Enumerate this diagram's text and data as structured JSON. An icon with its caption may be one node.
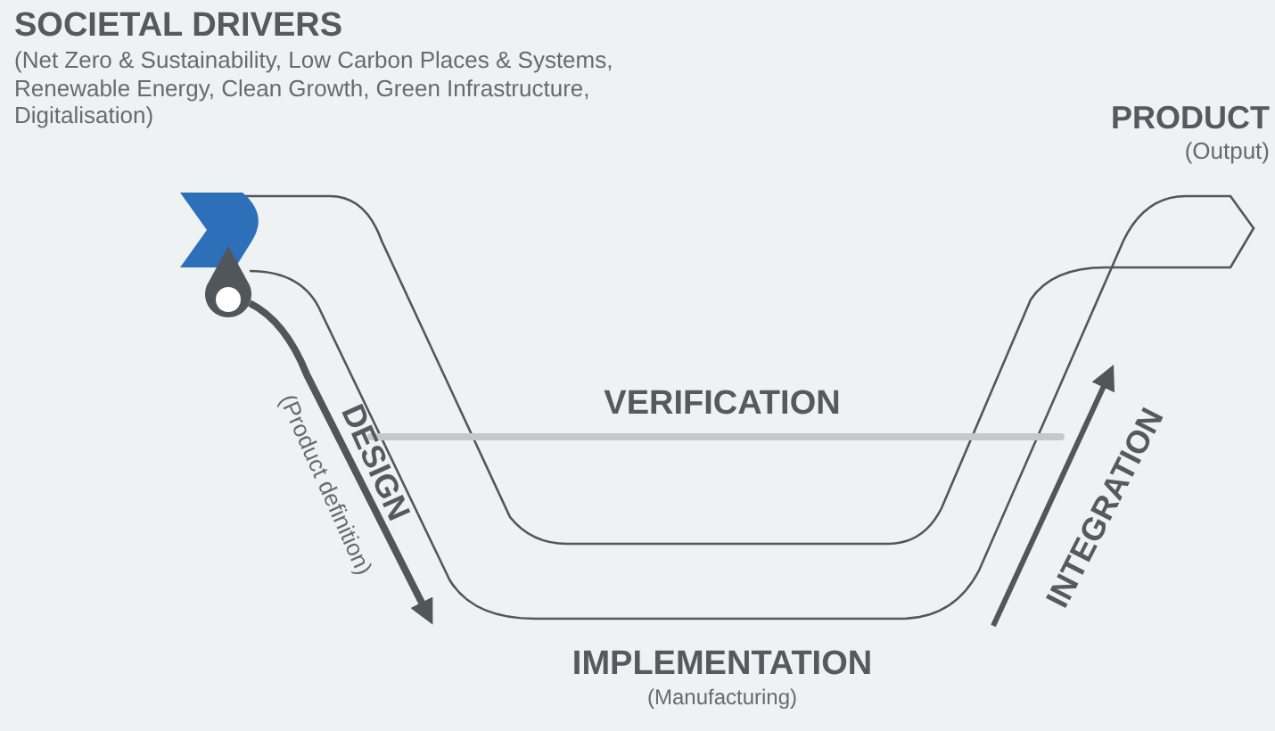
{
  "diagram": {
    "nodes": [
      {
        "text": [
          "SOCIETAL DRIVERS",
          "(Net Zero & Sustainability, Low Carbon Places & Systems, Renewable Energy, Clean Growth, Green Infrastructure, Digitalisation)"
        ]
      },
      {
        "text": [
          "PRODUCT",
          "(Output)"
        ]
      },
      {
        "text": [
          "DESIGN",
          "(Product definition)"
        ]
      },
      {
        "text": [
          "VERIFICATION"
        ]
      },
      {
        "text": [
          "INTEGRATION"
        ]
      },
      {
        "text": [
          "IMPLEMENTATION",
          "(Manufacturing)"
        ]
      }
    ],
    "edges": [
      {
        "from": 2,
        "to": 4,
        "arrow": "none"
      }
    ]
  }
}
